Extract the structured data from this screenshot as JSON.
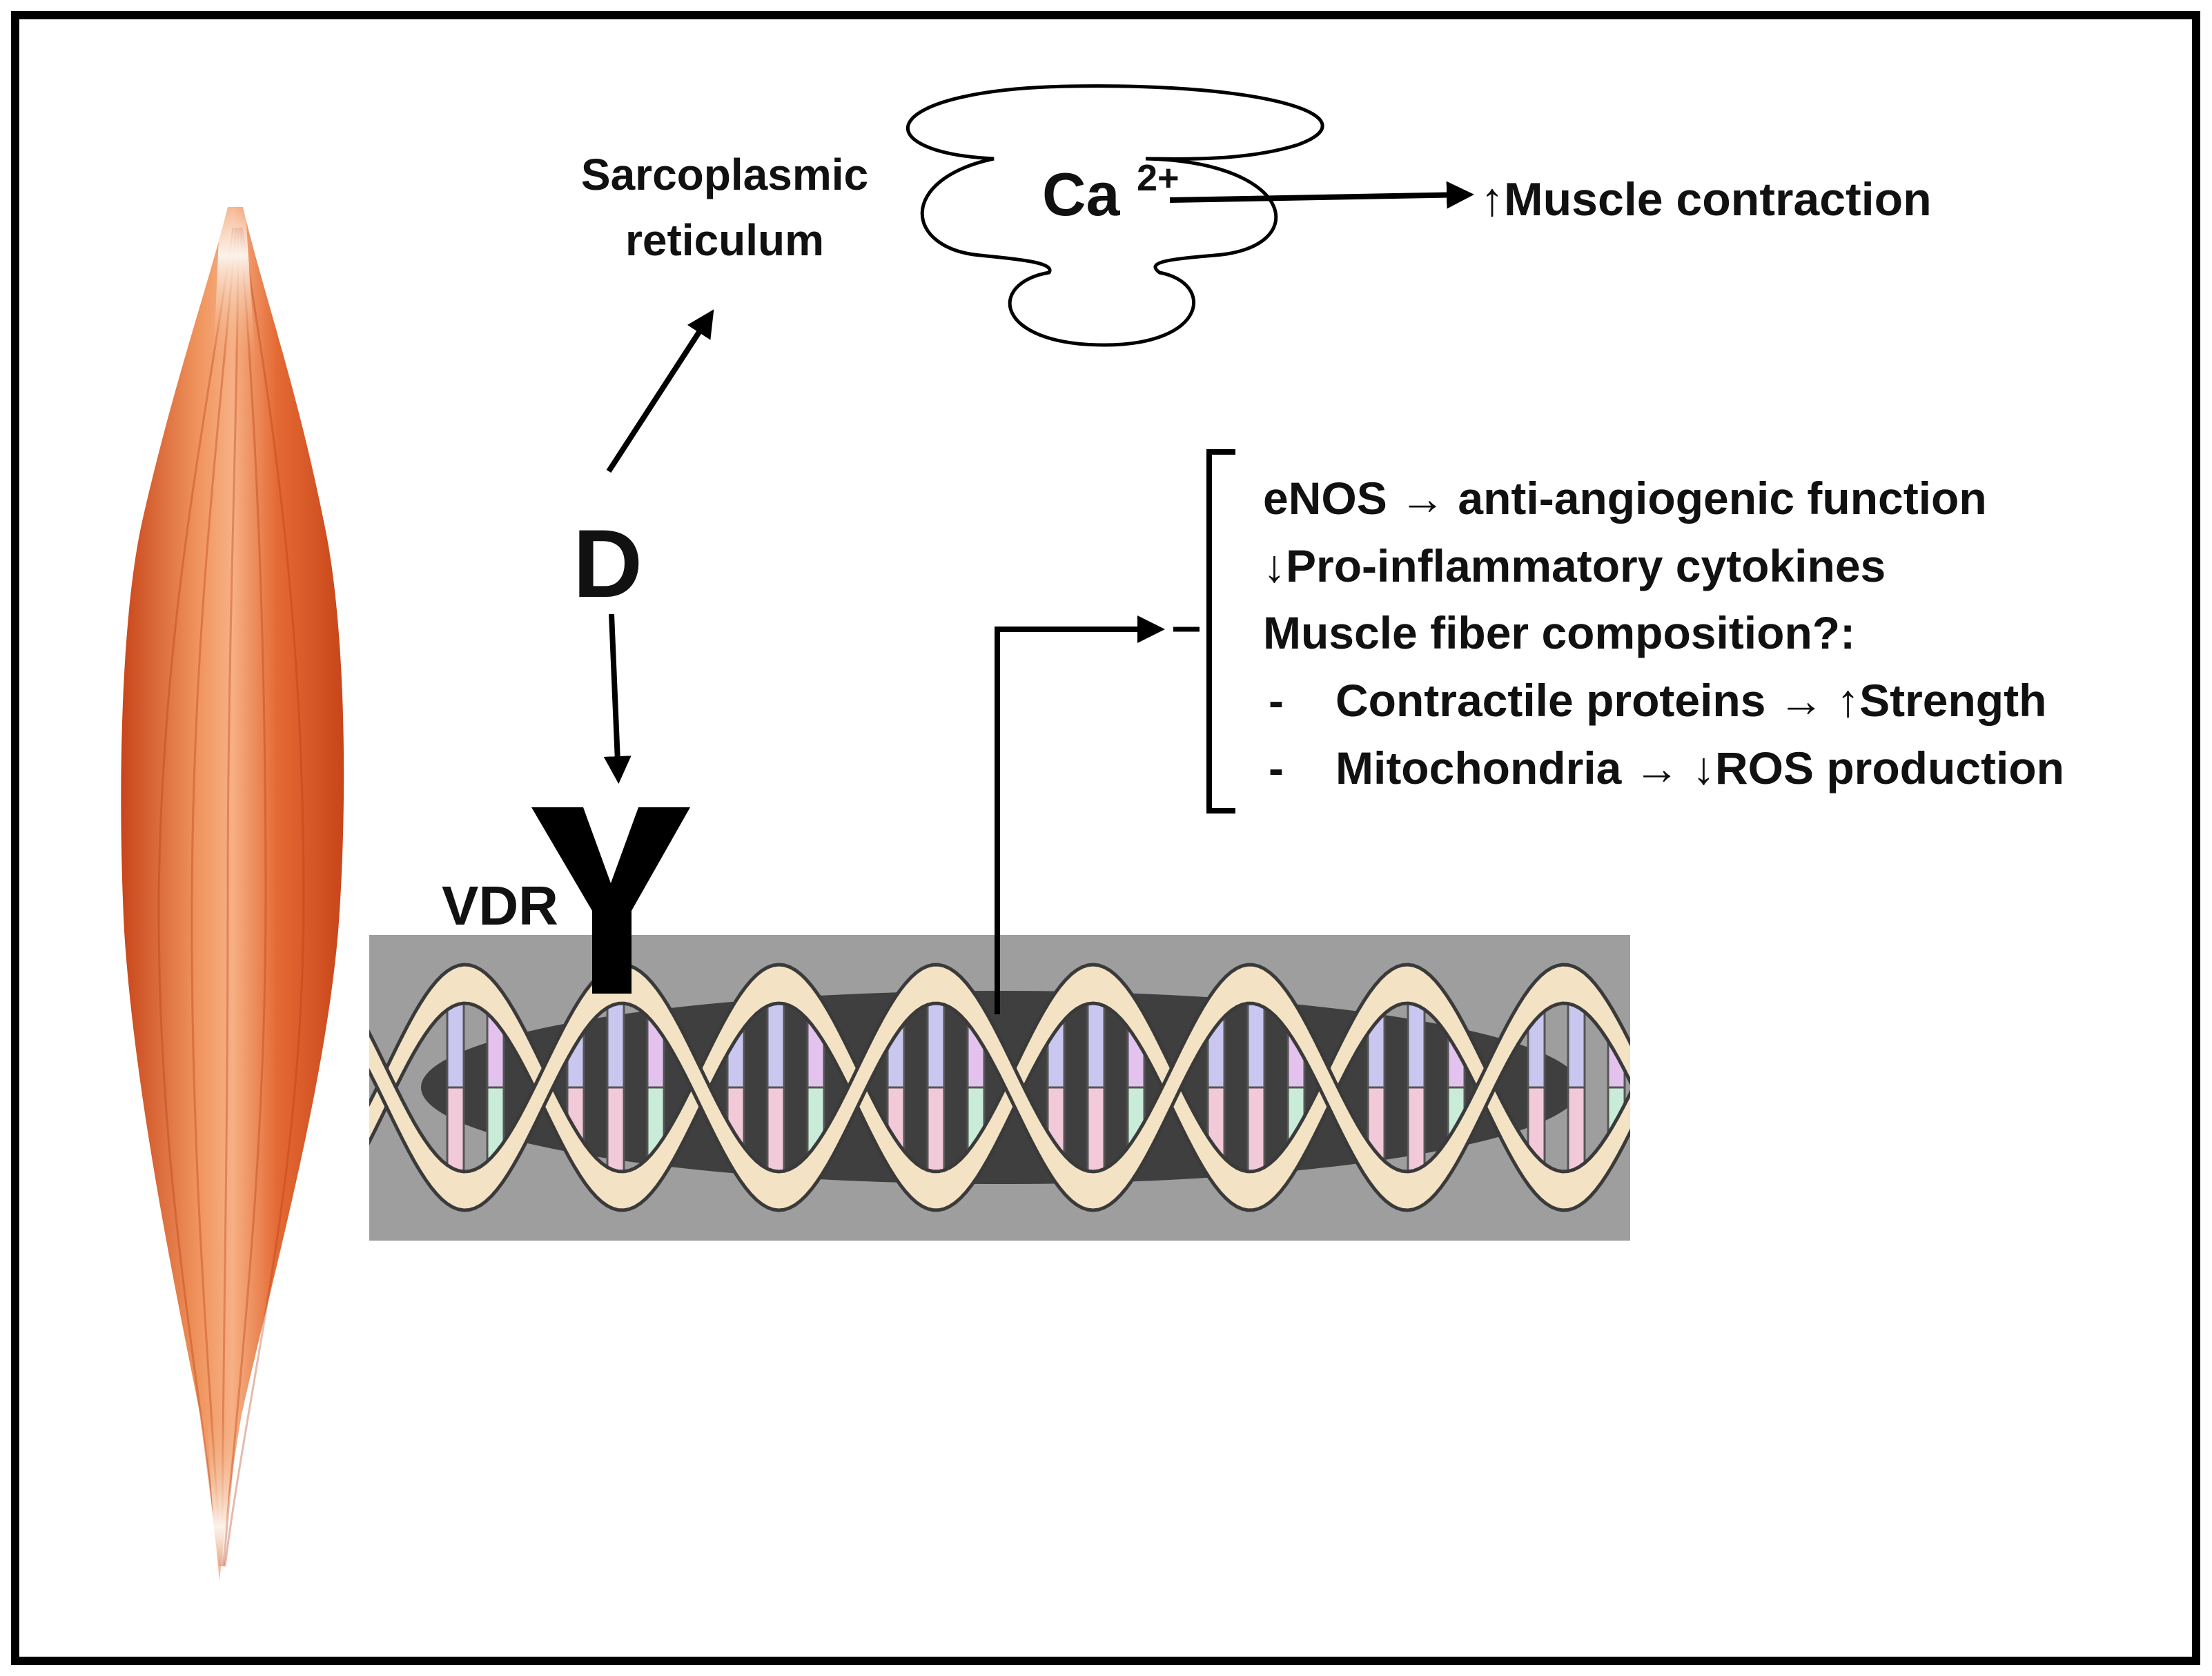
{
  "labels": {
    "sr_line1": "Sarcoplasmic",
    "sr_line2": "reticulum",
    "calcium_base": "Ca",
    "calcium_charge": "2+",
    "muscle_contraction": "↑Muscle contraction",
    "vitamin_d": "D",
    "vdr": "VDR"
  },
  "effects": [
    {
      "bullet": "",
      "text": "eNOS → anti-angiogenic function"
    },
    {
      "bullet": "",
      "text": "↓Pro-inflammatory cytokines"
    },
    {
      "bullet": "",
      "text": "Muscle fiber composition?:"
    },
    {
      "bullet": "-",
      "text": "Contractile proteins  → ↑Strength"
    },
    {
      "bullet": "-",
      "text": "Mitochondria → ↓ROS production"
    }
  ],
  "colors": {
    "frame": "#000000",
    "muscle_dark": "#d9531e",
    "muscle_light": "#f4a872",
    "tendon": "#f7f1ea",
    "dna_background": "#9e9e9e",
    "dna_backbone": "#f3e3c4",
    "base_blue": "#c9c6f0",
    "base_purple": "#e4c2ee",
    "base_pink": "#f2c9d8",
    "base_green": "#c9ecd9"
  }
}
